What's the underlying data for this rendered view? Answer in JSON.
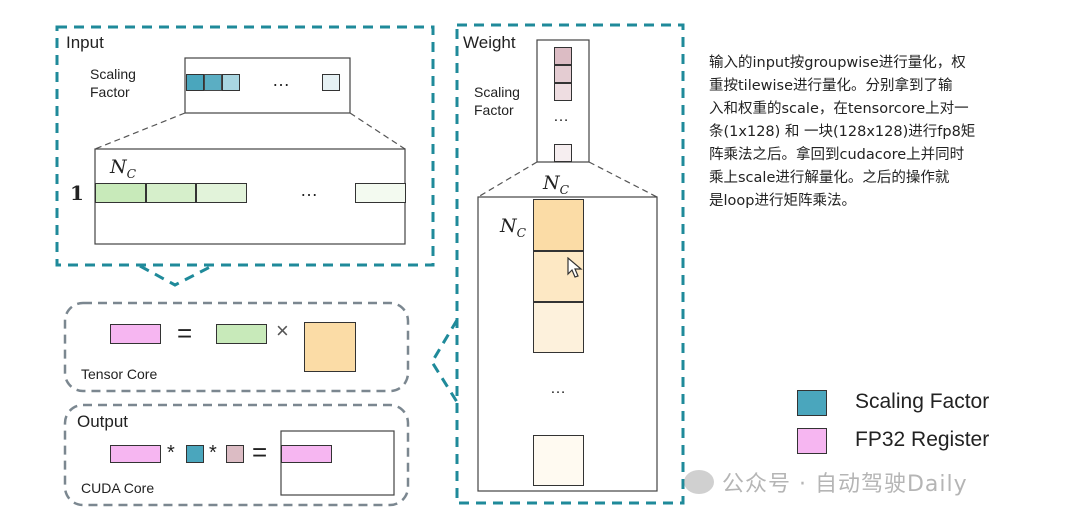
{
  "input": {
    "title": "Input",
    "scaling_label_1": "Scaling",
    "scaling_label_2": "Factor",
    "ellipsis": "…",
    "nc_main": "N",
    "nc_sub": "C",
    "row_label": "1"
  },
  "weight": {
    "title": "Weight",
    "scaling_label_1": "Scaling",
    "scaling_label_2": "Factor",
    "ellipsis": "…",
    "nc_main": "N",
    "nc_sub": "C"
  },
  "tensor_core": {
    "label": "Tensor Core",
    "equals": "=",
    "times": "×"
  },
  "output": {
    "title": "Output",
    "label": "CUDA Core",
    "star": "*",
    "equals": "="
  },
  "legend": {
    "items": [
      {
        "label": "Scaling Factor",
        "color": "#4aa6bd"
      },
      {
        "label": "FP32 Register",
        "color": "#f6b6f1"
      }
    ]
  },
  "note": {
    "text": "输入的input按groupwise进行量化，权\n重按tilewise进行量化。分别拿到了输\n入和权重的scale，在tensorcore上对一\n条(1x128) 和 一块(128x128)进行fp8矩\n阵乘法之后。拿回到cudacore上并同时\n乘上scale进行解量化。之后的操作就\n是loop进行矩阵乘法。"
  },
  "watermark": {
    "text": "公众号 · 自动驾驶Daily"
  },
  "colors": {
    "teal_dashed": "#1f8a9a",
    "gray_dashed": "#7b8790",
    "scaling_factor": "#4aa6bd",
    "fp32_register": "#f6b6f1",
    "input_block": "#c8eaba",
    "weight_block": "#fbdca6"
  }
}
